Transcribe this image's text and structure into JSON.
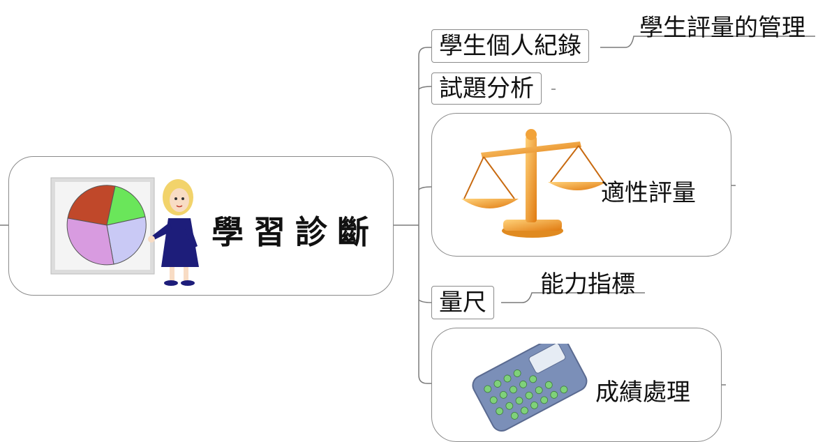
{
  "central": {
    "title": "學習診斷"
  },
  "branches": {
    "student_records": {
      "label": "學生個人紀錄",
      "child": "學生評量的管理"
    },
    "item_analysis": {
      "label": "試題分析"
    },
    "adaptive": {
      "label": "適性評量"
    },
    "scale": {
      "label": "量尺",
      "child": "能力指標"
    },
    "grades": {
      "label": "成績處理"
    }
  },
  "icons": {
    "central": "presenter-pie-chart-icon",
    "adaptive": "balance-scale-icon",
    "grades": "calculator-icon"
  }
}
